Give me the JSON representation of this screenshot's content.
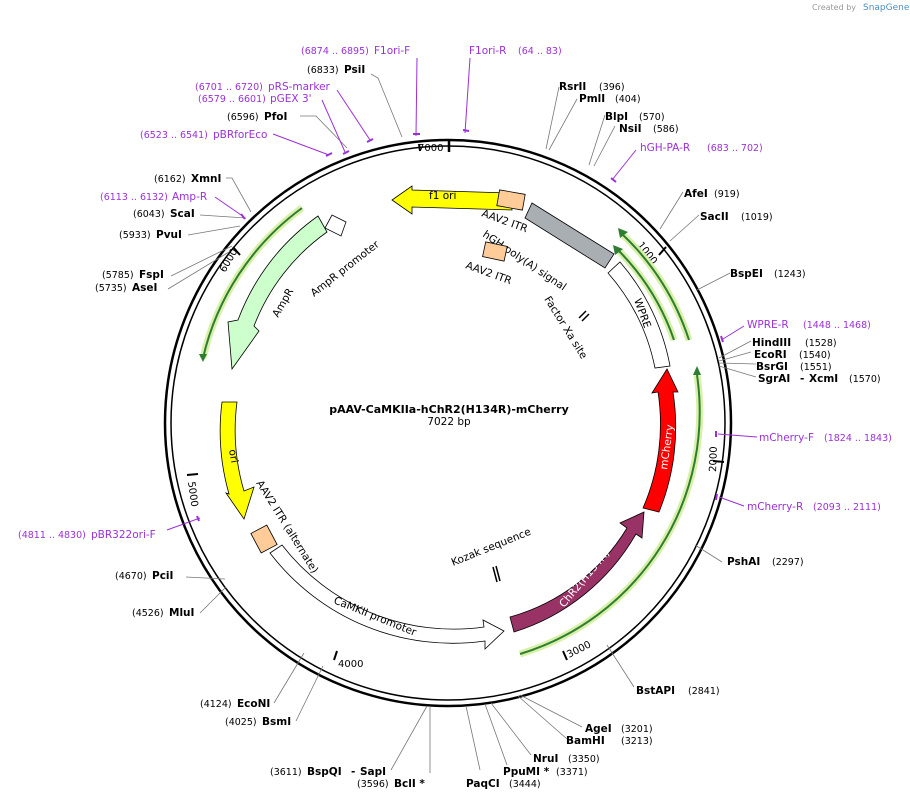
{
  "plasmid": {
    "name": "pAAV-CaMKIIa-hChR2(H134R)-mCherry",
    "length": "7022 bp"
  },
  "watermark": {
    "prefix": "Created by",
    "brand": "SnapGene"
  },
  "sites": [
    {
      "name": "PsiI",
      "pos": "(6833)"
    },
    {
      "name": "PfoI",
      "pos": "(6596)"
    },
    {
      "name": "XmnI",
      "pos": "(6162)"
    },
    {
      "name": "ScaI",
      "pos": "(6043)"
    },
    {
      "name": "PvuI",
      "pos": "(5933)"
    },
    {
      "name": "FspI",
      "pos": "(5785)"
    },
    {
      "name": "AseI",
      "pos": "(5735)"
    },
    {
      "name": "PciI",
      "pos": "(4670)"
    },
    {
      "name": "MluI",
      "pos": "(4526)"
    },
    {
      "name": "EcoNI",
      "pos": "(4124)"
    },
    {
      "name": "BsmI",
      "pos": "(4025)"
    },
    {
      "name": "BspQI",
      "pos": "(3611)"
    },
    {
      "name": "SapI",
      "pos": "(3596)"
    },
    {
      "name": "BclI *",
      "pos": ""
    },
    {
      "name": "PaqCI",
      "pos": "(3444)"
    },
    {
      "name": "PpuMI *",
      "pos": "(3371)"
    },
    {
      "name": "NruI",
      "pos": "(3350)"
    },
    {
      "name": "BamHI",
      "pos": "(3213)"
    },
    {
      "name": "AgeI",
      "pos": "(3201)"
    },
    {
      "name": "BstAPI",
      "pos": "(2841)"
    },
    {
      "name": "PshAI",
      "pos": "(2297)"
    },
    {
      "name": "SgrAI",
      "pos": "(1570)"
    },
    {
      "name": "XcmI",
      "pos": ""
    },
    {
      "name": "BsrGI",
      "pos": "(1551)"
    },
    {
      "name": "EcoRI",
      "pos": "(1540)"
    },
    {
      "name": "HindIII",
      "pos": "(1528)"
    },
    {
      "name": "BspEI",
      "pos": "(1243)"
    },
    {
      "name": "SacII",
      "pos": "(1019)"
    },
    {
      "name": "AfeI",
      "pos": "(919)"
    },
    {
      "name": "NsiI",
      "pos": "(586)"
    },
    {
      "name": "BlpI",
      "pos": "(570)"
    },
    {
      "name": "PmlI",
      "pos": "(404)"
    },
    {
      "name": "RsrII",
      "pos": "(396)"
    }
  ],
  "primers": [
    {
      "name": "F1ori-F",
      "pos": "(6874 .. 6895)"
    },
    {
      "name": "F1ori-R",
      "pos": "(64 .. 83)"
    },
    {
      "name": "pRS-marker",
      "pos": "(6701 .. 6720)"
    },
    {
      "name": "pGEX 3'",
      "pos": "(6579 .. 6601)"
    },
    {
      "name": "pBRforEco",
      "pos": "(6523 .. 6541)"
    },
    {
      "name": "Amp-R",
      "pos": "(6113 .. 6132)"
    },
    {
      "name": "pBR322ori-F",
      "pos": "(4811 .. 4830)"
    },
    {
      "name": "hGH-PA-R",
      "pos": "(683 .. 702)"
    },
    {
      "name": "WPRE-R",
      "pos": "(1448 .. 1468)"
    },
    {
      "name": "mCherry-F",
      "pos": "(1824 .. 1843)"
    },
    {
      "name": "mCherry-R",
      "pos": "(2093 .. 2111)"
    }
  ],
  "features": [
    {
      "name": "f1 ori",
      "color": "#ffff00"
    },
    {
      "name": "AAV2 ITR",
      "color": "#ffcc99"
    },
    {
      "name": "hGH poly(A) signal",
      "color": "#a9aeb3"
    },
    {
      "name": "AAV2 ITR",
      "color": "#ffcc99"
    },
    {
      "name": "WPRE",
      "color": "#ffffff"
    },
    {
      "name": "Factor Xa site",
      "color": "#ffffff"
    },
    {
      "name": "AmpR promoter",
      "color": "#ffffff"
    },
    {
      "name": "AmpR",
      "color": "#ccffcc"
    },
    {
      "name": "ori",
      "color": "#ffff00"
    },
    {
      "name": "AAV2 ITR (alternate)",
      "color": "#ffcc99"
    },
    {
      "name": "CaMKII promoter",
      "color": "#ffffff"
    },
    {
      "name": "Kozak sequence",
      "color": "#ffffff"
    },
    {
      "name": "ChR2(H134R)",
      "color": "#993366"
    },
    {
      "name": "mCherry",
      "color": "#ff0000"
    }
  ],
  "ticks": [
    "1000",
    "2000",
    "3000",
    "4000",
    "5000",
    "6000",
    "7000"
  ],
  "colors": {
    "primer": "#9b30d9",
    "orf_arrow": "#2e7d32",
    "orf_glow": "#d8f0a8",
    "backbone": "#000000"
  }
}
